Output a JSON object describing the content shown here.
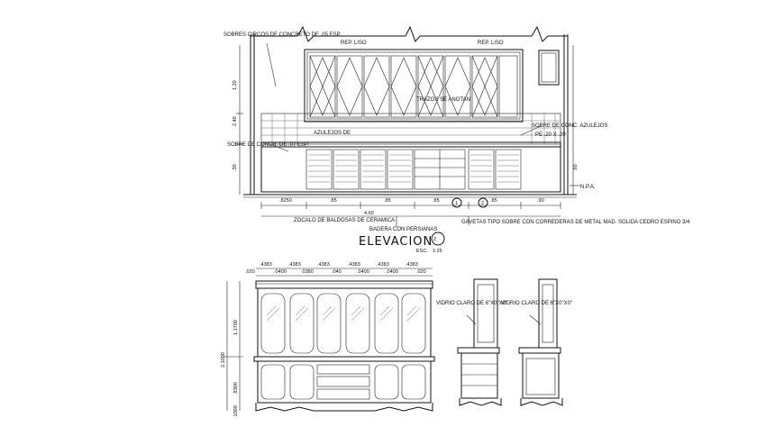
{
  "elevation": {
    "title": "ELEVACION",
    "scale_label": "ESC.",
    "scale_value": "1:25",
    "section_marker": "2",
    "labels": {
      "ceiling_note": "SOBRES CIRCOS DE CONCRETO DE .05 ESP.",
      "rep_liso_left": "REP. LISO",
      "rep_liso_right": "REP. LISO",
      "trazados": "TRAZOS SE ANOTAN",
      "azulejos": "AZULEJOS DE",
      "sobre_conc": "SOBRE DE CONC. AZULEJOS",
      "sobre_conc_size": "PE .20 X .20",
      "sobre_left": "SOBRE DE CONCR. DE .07 ESP.",
      "npa": "N.P.A.",
      "zoclo": "ZOCALO DE BALDOSAS DE CERAMICA",
      "bisagra": "BADERA CON PERSIANAS",
      "gavetas": "GAVETAS TIPO SOBRE CON CORREDERAS DE METAL MAD. SOLIDA CEDRO ESPINO 3/4"
    },
    "dims_bottom": [
      ".8250",
      ".85",
      ".85",
      ".85",
      ".85",
      ".90"
    ],
    "dim_total": "4.60",
    "dims_left": [
      "2.40",
      "1.20",
      ".30",
      ".60"
    ],
    "markers": [
      "1",
      "2"
    ]
  },
  "cabinet_front": {
    "top_dims": [
      ".4383",
      ".4383",
      ".4383",
      ".4383",
      ".4383",
      ".4383"
    ],
    "sub_dims": [
      ".020",
      ".0400",
      ".0380",
      ".040",
      ".0400",
      ".0400",
      ".020"
    ],
    "left_dims": [
      "2.1000",
      "1.1700",
      ".8300",
      ".1000"
    ]
  },
  "side_views": {
    "left_note": "VIDRIO CLARO DE 6\"X0\"X0\"",
    "right_note": "VIDRIO CLARO DE 6\"X0\"X0\""
  }
}
